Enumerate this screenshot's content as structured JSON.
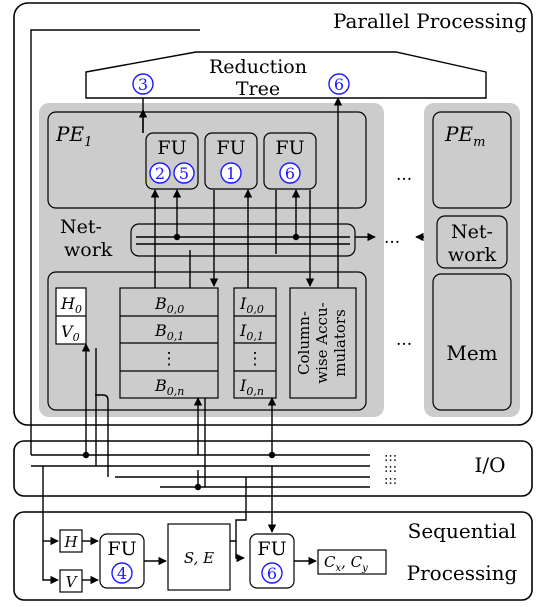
{
  "sections": {
    "parallel": {
      "title": "Parallel Processing"
    },
    "reduction_tree": {
      "line1": "Reduction",
      "line2": "Tree",
      "markers": [
        "3",
        "6"
      ]
    },
    "io": {
      "title": "I/O"
    },
    "sequential": {
      "line1": "Sequential",
      "line2": "Processing"
    }
  },
  "pe1": {
    "label": "PE",
    "label_sub": "1",
    "fus": [
      {
        "label": "FU",
        "markers": [
          "2",
          "5"
        ]
      },
      {
        "label": "FU",
        "markers": [
          "1"
        ]
      },
      {
        "label": "FU",
        "markers": [
          "6"
        ]
      }
    ],
    "network": {
      "line1": "Net-",
      "line2": "work"
    },
    "memory": {
      "hv": [
        "H",
        "V"
      ],
      "hv_sub": [
        "0",
        "0"
      ],
      "b_column": [
        {
          "base": "B",
          "sub": "0,0"
        },
        {
          "base": "B",
          "sub": "0,1"
        },
        {
          "base": "⋮",
          "sub": ""
        },
        {
          "base": "B",
          "sub": "0,n"
        }
      ],
      "i_column": [
        {
          "base": "I",
          "sub": "0,0"
        },
        {
          "base": "I",
          "sub": "0,1"
        },
        {
          "base": "⋮",
          "sub": ""
        },
        {
          "base": "I",
          "sub": "0,n"
        }
      ],
      "accumulators": [
        "Column-",
        "wise Accu-",
        "mulators"
      ]
    }
  },
  "pem": {
    "label": "PE",
    "label_sub": "m",
    "network": {
      "line1": "Net-",
      "line2": "work"
    },
    "memory": "Mem"
  },
  "ellipsis": [
    "...",
    "...",
    "..."
  ],
  "io_ellipsis": [
    ":::",
    ":::",
    ":::"
  ],
  "sequential_units": {
    "h": "H",
    "v": "V",
    "fu4": {
      "label": "FU",
      "marker": "4"
    },
    "se": "S, E",
    "fu6": {
      "label": "FU",
      "marker": "6"
    },
    "c": "C",
    "c_sub": [
      "x",
      "y"
    ]
  },
  "colors": {
    "marker": "#1a1aff",
    "pe_fill": "#cccccc",
    "inner_fill": "#dedede"
  }
}
